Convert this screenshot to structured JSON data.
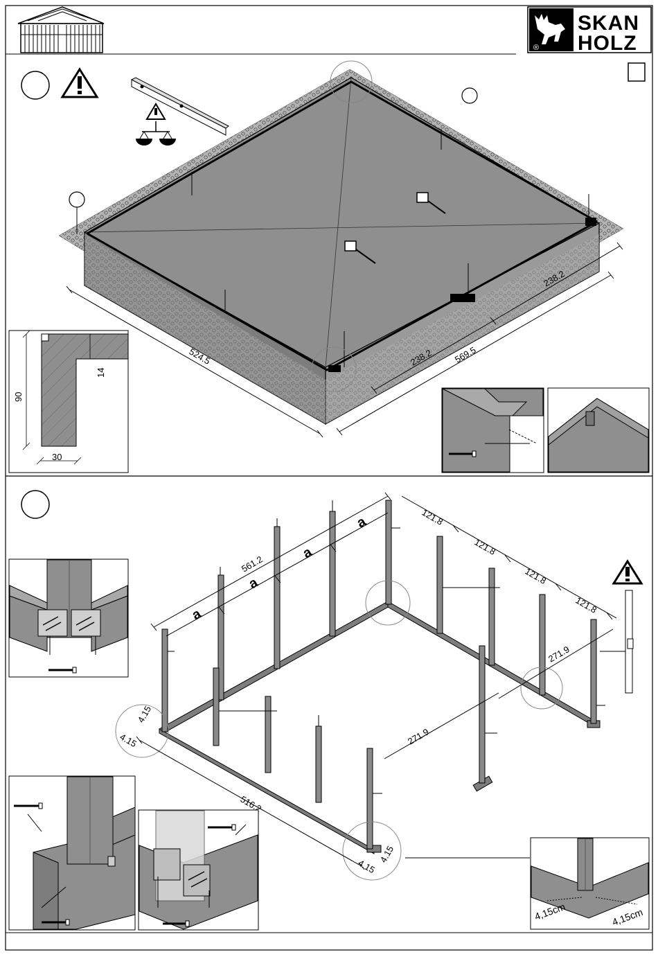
{
  "brand": {
    "line1": "SKAN",
    "line2": "HOLZ",
    "registered": "®"
  },
  "section1": {
    "dims": {
      "long_side": "524.5",
      "right_side": "569.5",
      "half_a": "238.2",
      "half_b": "238.2"
    },
    "profile": {
      "height": "90",
      "width": "30",
      "notch": "14"
    }
  },
  "section2": {
    "dims": {
      "top_run": "561.2",
      "a1": "a",
      "a2": "a",
      "a3": "a",
      "a4": "a",
      "r1": "121.8",
      "r2": "121.8",
      "r3": "121.8",
      "r4": "121.8",
      "side_upper": "271.9",
      "side_lower": "271.9",
      "front": "516.2",
      "off1": "4.15",
      "off2": "4.15",
      "off3": "4.15",
      "off4": "4.15"
    },
    "detail_offsets": {
      "left": "4,15cm",
      "right": "4,15cm"
    }
  },
  "colors": {
    "fill": "#8f8f8f",
    "fill_dark": "#6e6e6e",
    "fill_light": "#b5b5b5",
    "line": "#000000"
  }
}
